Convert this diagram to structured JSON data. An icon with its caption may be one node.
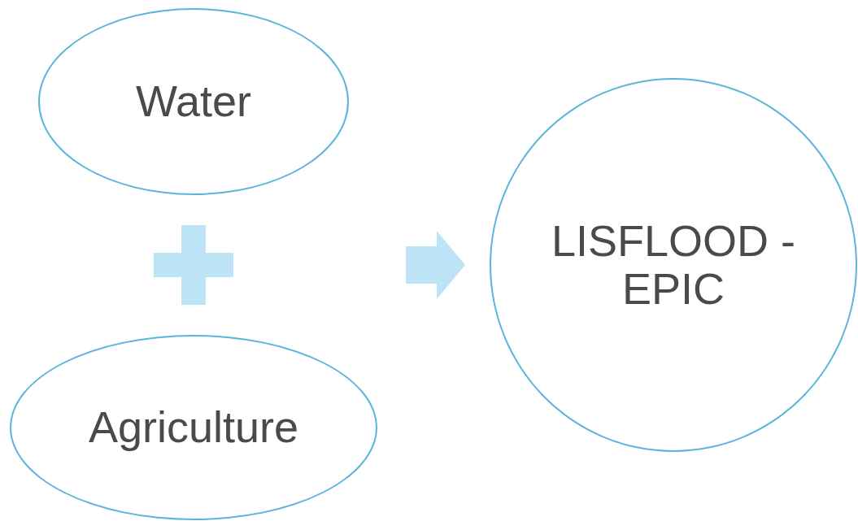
{
  "diagram": {
    "nodes": [
      {
        "text": [
          "Water"
        ]
      },
      {
        "text": [
          "Agriculture"
        ]
      },
      {
        "text": [
          "LISFLOOD - EPIC"
        ]
      }
    ],
    "edges": [
      {
        "from": null,
        "to": 2,
        "arrow": "to"
      }
    ]
  }
}
